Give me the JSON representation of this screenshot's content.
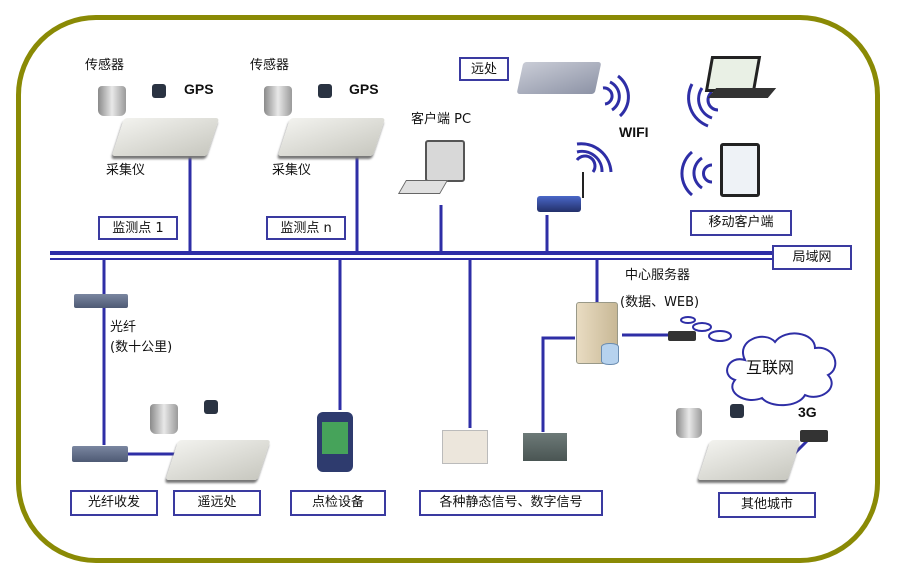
{
  "diagram": {
    "colors": {
      "border": "#8a8a05",
      "wire": "#2e2ea6",
      "box_border": "#3a3aa0"
    },
    "top_sites": [
      {
        "sensor_label": "传感器",
        "gps_label": "GPS",
        "logger_label": "采集仪",
        "site_label": "监测点 1"
      },
      {
        "sensor_label": "传感器",
        "gps_label": "GPS",
        "logger_label": "采集仪",
        "site_label": "监测点 n"
      }
    ],
    "remote_label": "远处",
    "client_pc_label": "客户端 PC",
    "wifi_label": "WIFI",
    "mobile_client_label": "移动客户端",
    "lan_label": "局域网",
    "fiber": {
      "label_line1": "光纤",
      "label_line2": "(数十公里)"
    },
    "server": {
      "label_line1": "中心服务器",
      "label_line2": "(数据、WEB)"
    },
    "internet_label": "互联网",
    "g3_label": "3G",
    "bottom_boxes": {
      "fiber_transceiver": "光纤收发",
      "remote_site": "遥远处",
      "inspection_device": "点检设备",
      "signals": "各种静态信号、数字信号",
      "other_cities": "其他城市"
    }
  }
}
